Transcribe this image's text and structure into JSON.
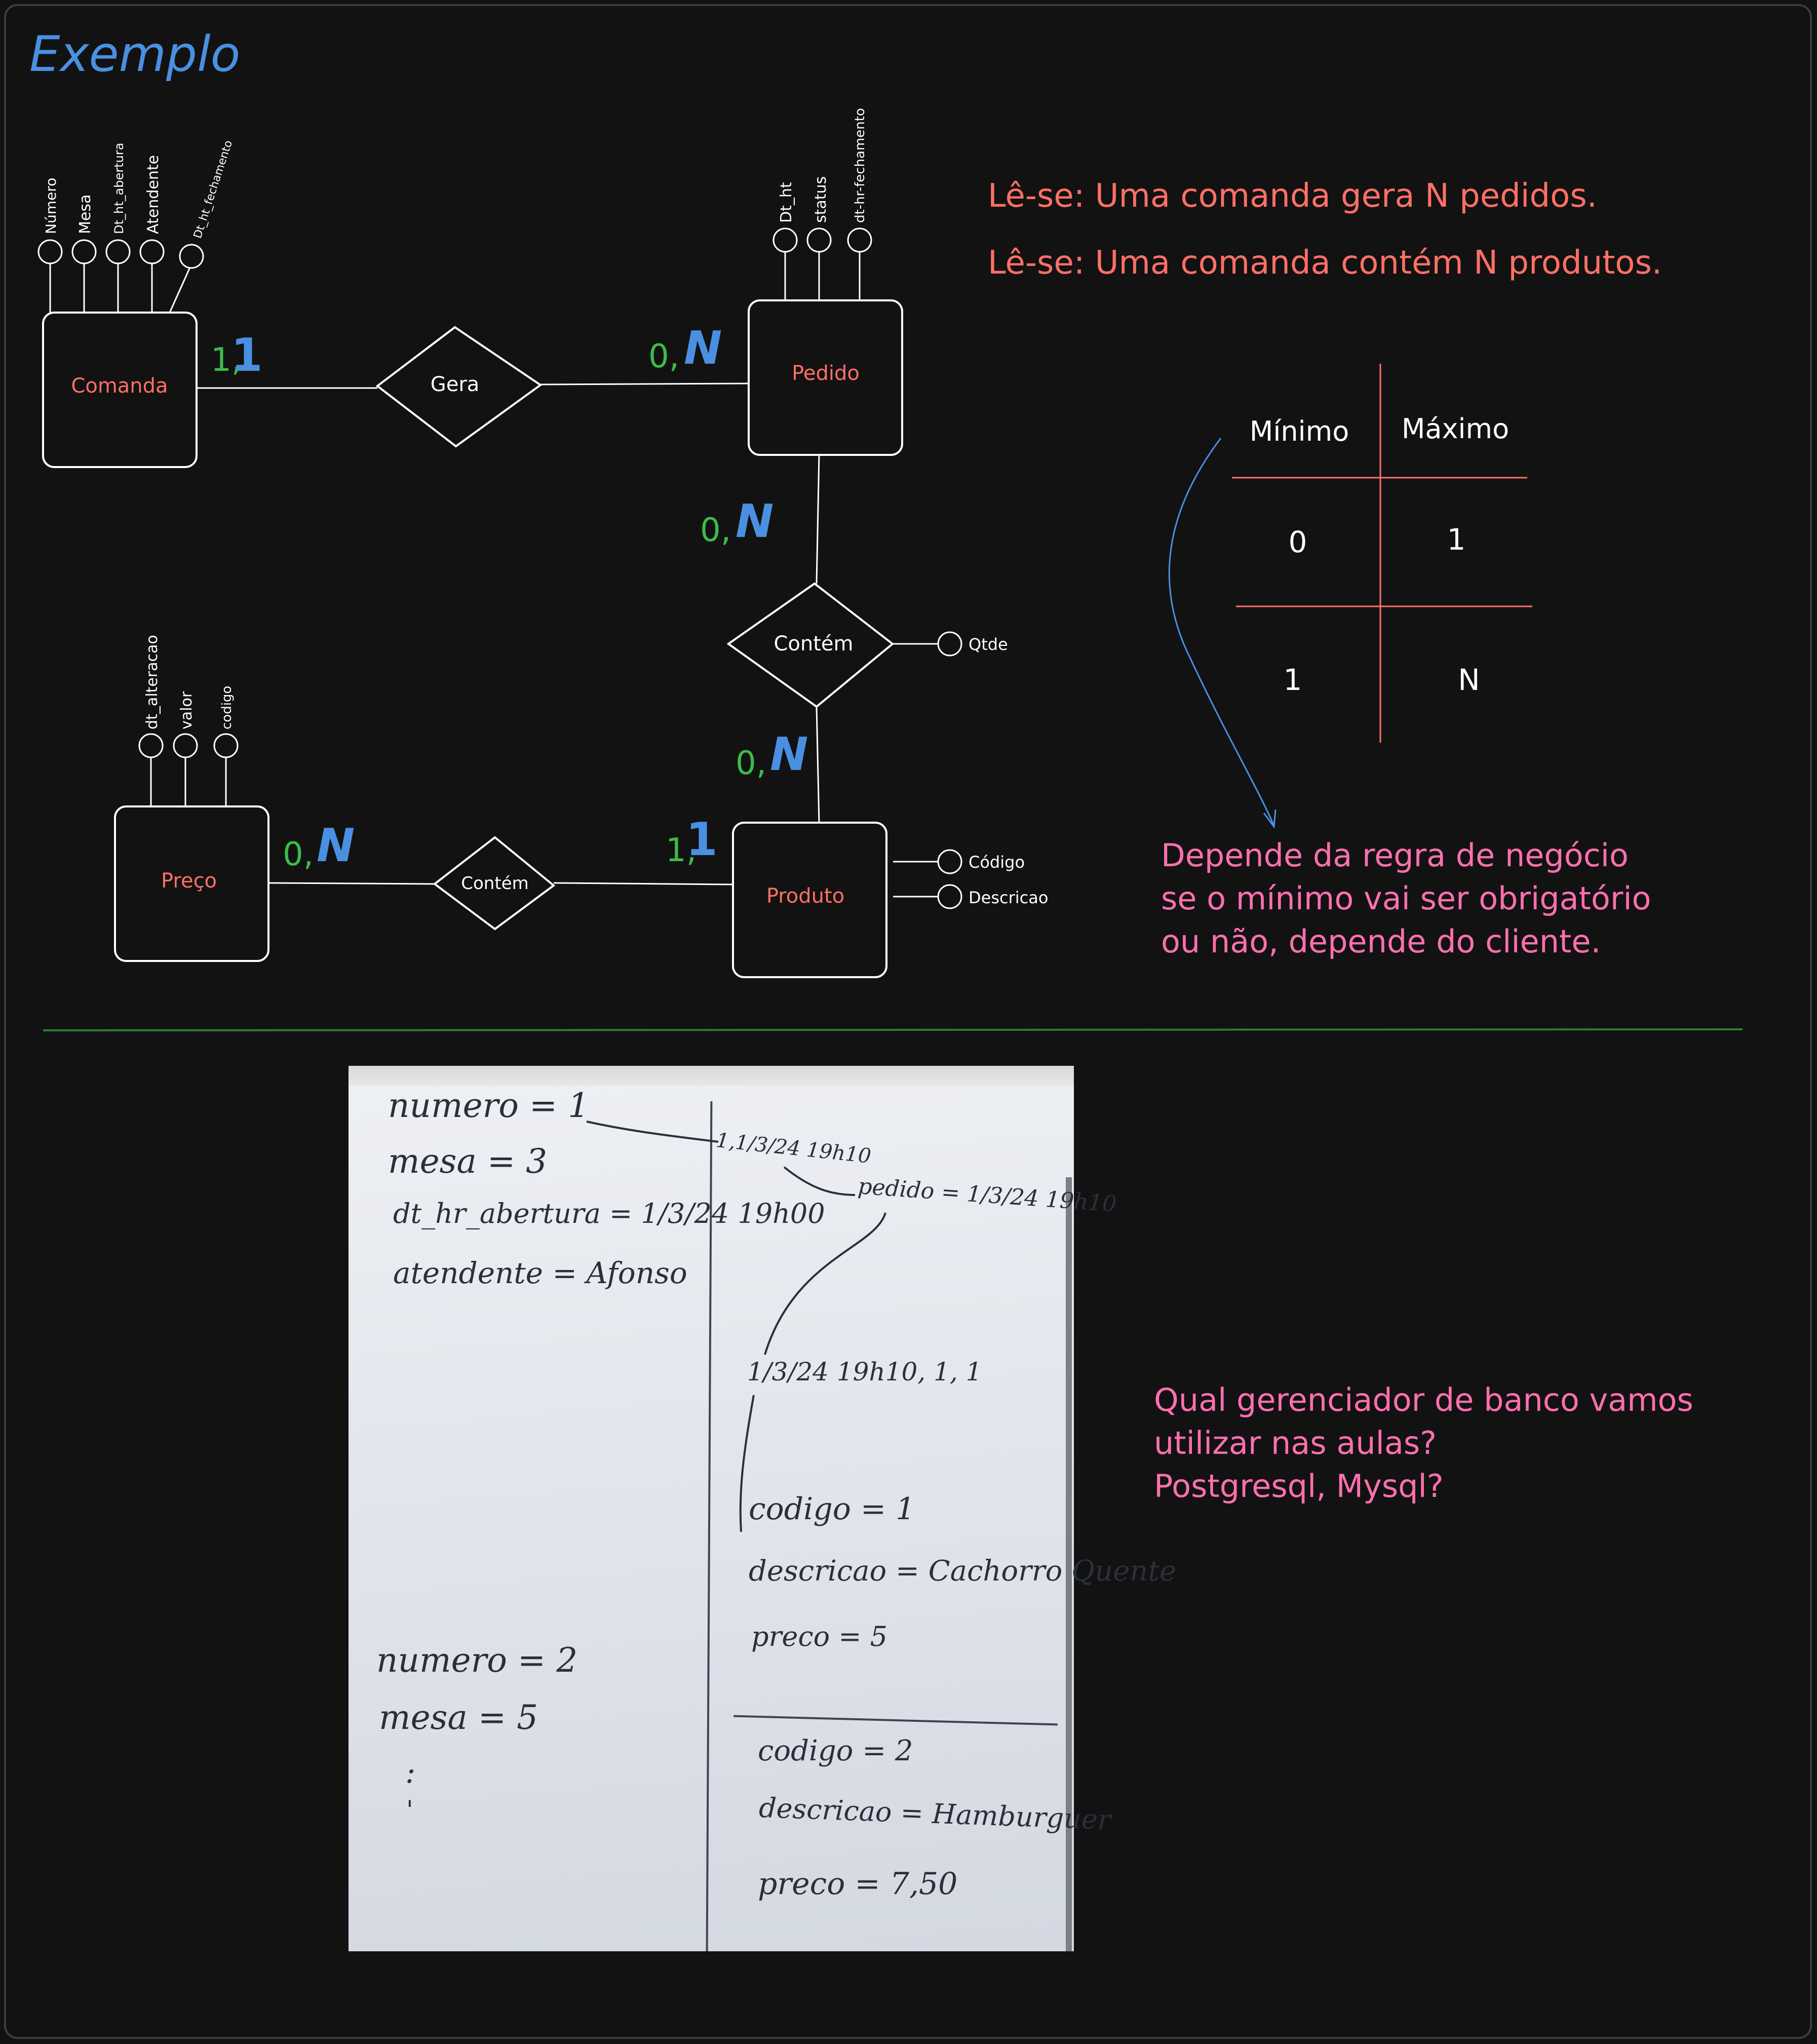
{
  "title": "Exemplo",
  "entities": {
    "comanda": "Comanda",
    "pedido": "Pedido",
    "preco": "Preço",
    "produto": "Produto"
  },
  "relationships": {
    "gera": "Gera",
    "contem_pedido_produto": "Contém",
    "contem_preco_produto": "Contém"
  },
  "attributes": {
    "comanda": [
      "Número",
      "Mesa",
      "Dt_ht_abertura",
      "Atendente",
      "Dt_ht_fechamento"
    ],
    "pedido": [
      "Dt_ht",
      "status",
      "dt-hr-fechamento"
    ],
    "preco": [
      "dt_alteracao",
      "valor",
      "codigo"
    ],
    "produto": [
      "Código",
      "Descricao"
    ],
    "contem": [
      "Qtde"
    ]
  },
  "cardinalities": {
    "comanda_gera": {
      "min": "1,",
      "max": "1"
    },
    "gera_pedido": {
      "min": "0,",
      "max": "N"
    },
    "pedido_contem": {
      "min": "0,",
      "max": "N"
    },
    "contem_produto": {
      "min": "0,",
      "max": "N"
    },
    "preco_contem": {
      "min": "0,",
      "max": "N"
    },
    "contem_produto2": {
      "min": "1,",
      "max": "1"
    }
  },
  "notes": {
    "reading1": "Lê-se: Uma comanda gera N pedidos.",
    "reading2": "Lê-se: Uma comanda contém N produtos.",
    "rule": [
      "Depende da regra de negócio",
      "se o mínimo vai ser obrigatório",
      "ou não, depende do cliente."
    ],
    "question": [
      "Qual gerenciador de banco vamos",
      "utilizar nas aulas?",
      "Postgresql, Mysql?"
    ]
  },
  "table": {
    "headers": [
      "Mínimo",
      "Máximo"
    ],
    "rows": [
      [
        "0",
        "1"
      ],
      [
        "1",
        "N"
      ]
    ]
  },
  "whiteboard": {
    "left": [
      "numero = 1",
      "mesa = 3",
      "dt_hr_abertura = 1/3/24 19h00",
      "atendente = Afonso"
    ],
    "left2": [
      "numero = 2",
      "mesa = 5",
      ":",
      "'"
    ],
    "top_right1": "1,1/3/24 19h10",
    "top_right2": "pedido = 1/3/24 19h10",
    "item_line": "1/3/24 19h10, 1, 1",
    "item1": [
      "codigo = 1",
      "descricao = Cachorro Quente",
      "preco = 5"
    ],
    "item2": [
      "codigo = 2",
      "descricao = Hamburguer",
      "preco = 7,50"
    ]
  },
  "colors": {
    "background": "#121212",
    "title": "#4a90e2",
    "entity_text": "#ff7066",
    "note_red": "#ff7066",
    "note_pink": "#ff6fb0",
    "green": "#3dbb4a",
    "blue": "#4a90e2",
    "white": "#ffffff",
    "divider": "#2e7d32"
  }
}
